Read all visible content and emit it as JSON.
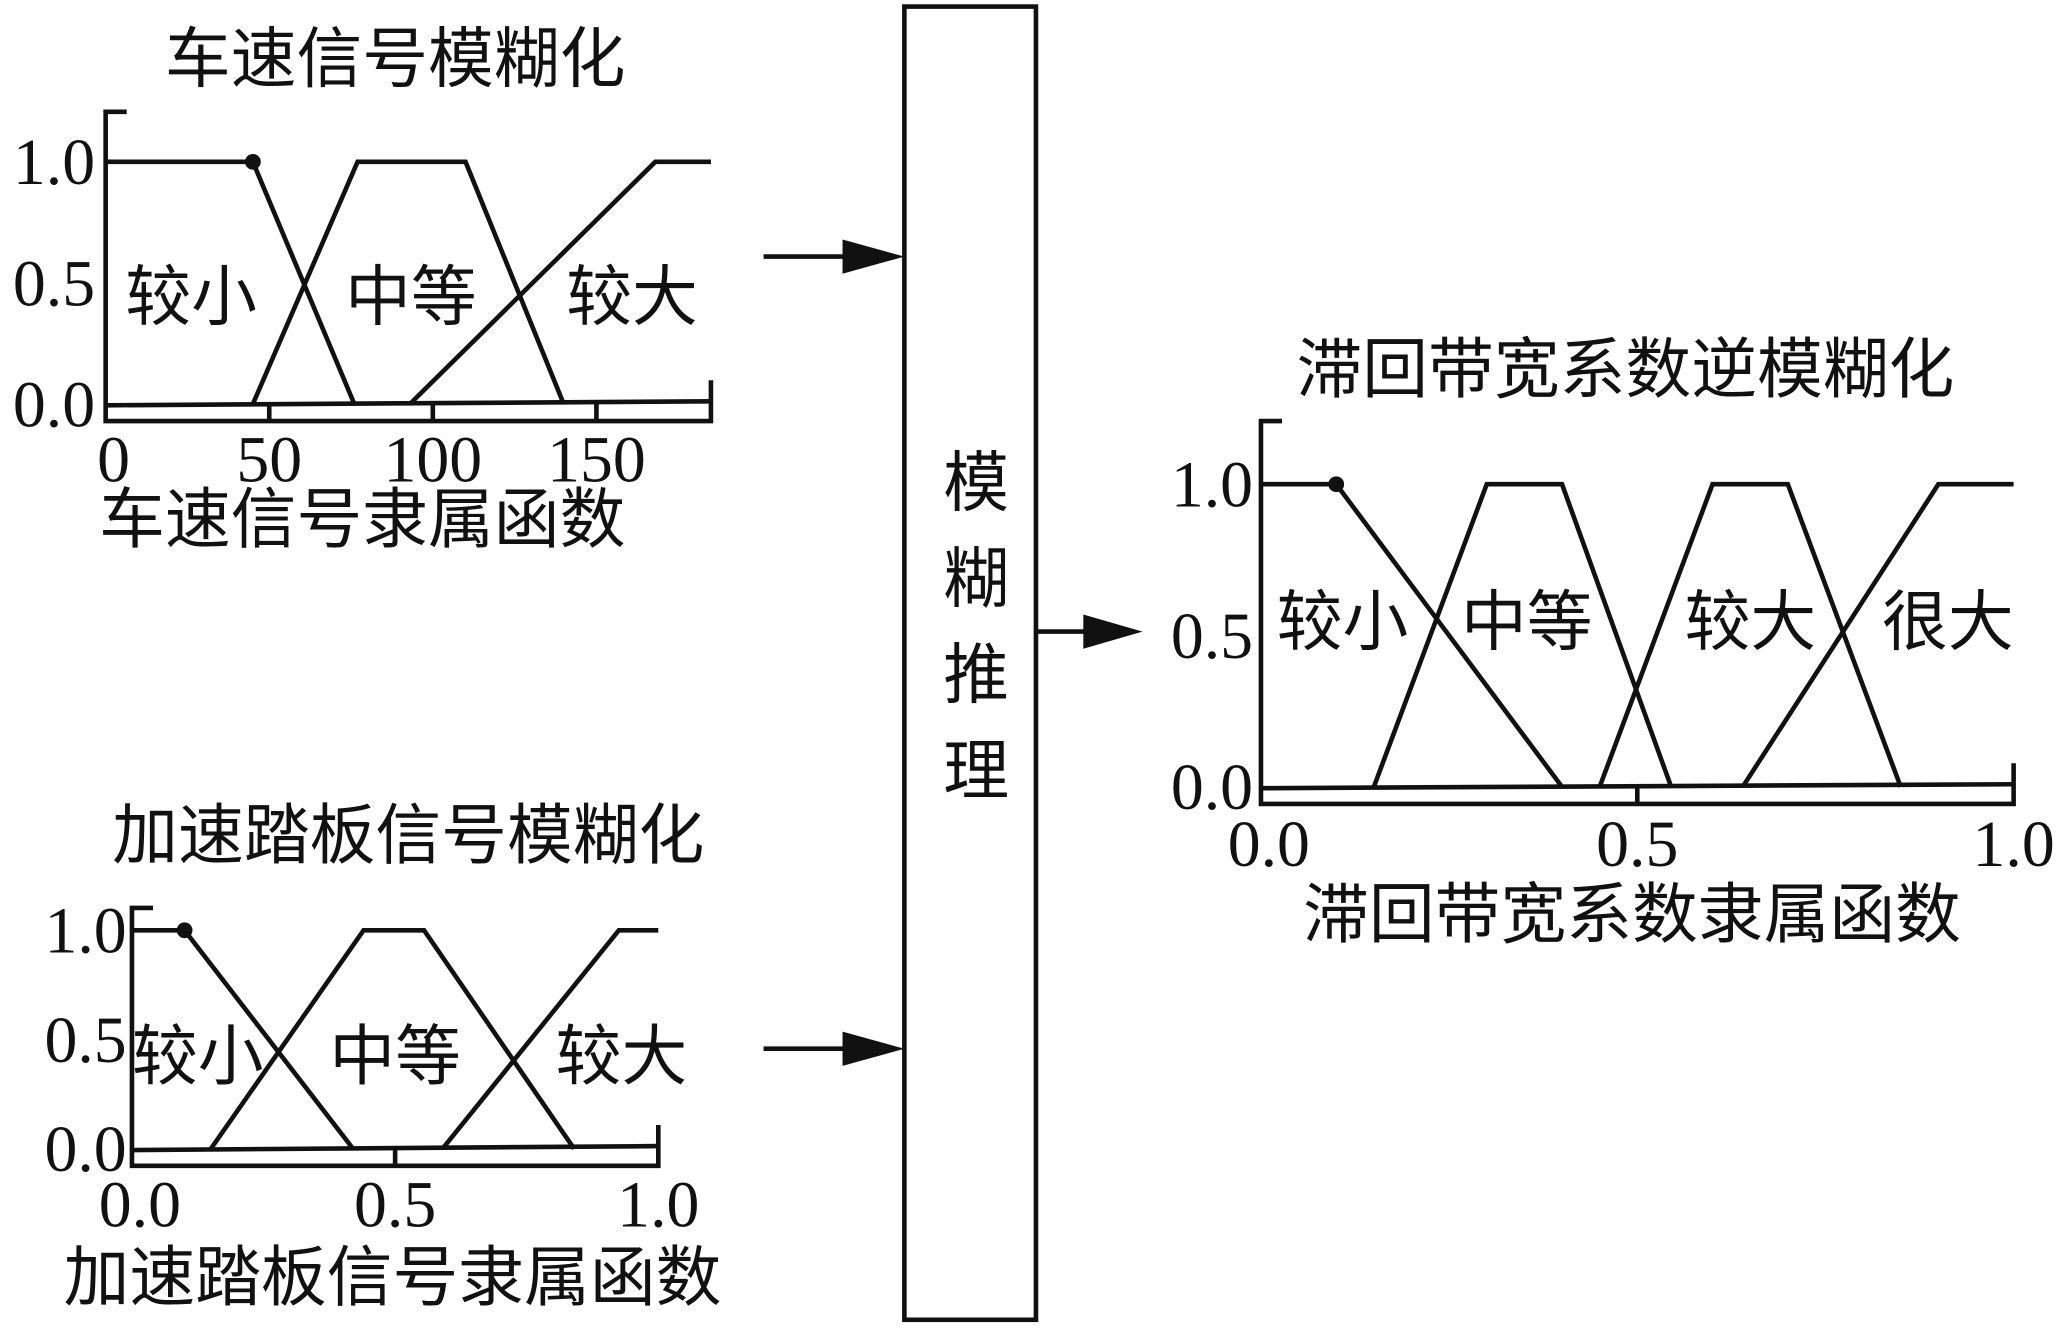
{
  "colors": {
    "ink": "#111111",
    "background": "#ffffff"
  },
  "inference_box": {
    "label": "模糊推理",
    "chars": [
      "模",
      "糊",
      "推",
      "理"
    ]
  },
  "charts": [
    {
      "id": "speed",
      "title": "车速信号模糊化",
      "xlabel": "车速信号隶属函数",
      "ytick_labels": [
        "1.0",
        "0.5",
        "0.0"
      ],
      "xticks": [
        0,
        50,
        100,
        150
      ],
      "xtick_labels": [
        "0",
        "50",
        "100",
        "150"
      ],
      "xlim": [
        0,
        185
      ],
      "sets": [
        {
          "label": "较小",
          "points": [
            [
              0,
              1
            ],
            [
              45,
              1
            ],
            [
              76,
              0
            ]
          ],
          "dot": [
            45,
            1
          ]
        },
        {
          "label": "中等",
          "points": [
            [
              45,
              0
            ],
            [
              77,
              1
            ],
            [
              110,
              1
            ],
            [
              140,
              0
            ]
          ]
        },
        {
          "label": "较大",
          "points": [
            [
              93,
              0
            ],
            [
              168,
              1
            ],
            [
              185,
              1
            ]
          ]
        }
      ]
    },
    {
      "id": "pedal",
      "title": "加速踏板信号模糊化",
      "xlabel": "加速踏板信号隶属函数",
      "ytick_labels": [
        "1.0",
        "0.5",
        "0.0"
      ],
      "xticks": [
        0,
        0.5,
        1.0
      ],
      "xtick_labels": [
        "0.0",
        "0.5",
        "1.0"
      ],
      "xlim": [
        0,
        1
      ],
      "sets": [
        {
          "label": "较小",
          "points": [
            [
              0,
              1
            ],
            [
              0.1,
              1
            ],
            [
              0.42,
              0
            ]
          ],
          "dot": [
            0.1,
            1
          ]
        },
        {
          "label": "中等",
          "points": [
            [
              0.15,
              0
            ],
            [
              0.44,
              1
            ],
            [
              0.555,
              1
            ],
            [
              0.84,
              0
            ]
          ]
        },
        {
          "label": "较大",
          "points": [
            [
              0.59,
              0
            ],
            [
              0.925,
              1
            ],
            [
              1.0,
              1
            ]
          ]
        }
      ]
    },
    {
      "id": "hysteresis",
      "title": "滞回带宽系数逆模糊化",
      "xlabel": "滞回带宽系数隶属函数",
      "ytick_labels": [
        "1.0",
        "0.5",
        "0.0"
      ],
      "xticks": [
        0,
        0.5,
        1.0
      ],
      "xtick_labels": [
        "0.0",
        "0.5",
        "1.0"
      ],
      "xlim": [
        0,
        1
      ],
      "sets": [
        {
          "label": "较小",
          "points": [
            [
              0,
              1
            ],
            [
              0.1,
              1
            ],
            [
              0.4,
              0
            ]
          ],
          "dot": [
            0.1,
            1
          ]
        },
        {
          "label": "中等",
          "points": [
            [
              0.15,
              0
            ],
            [
              0.3,
              1
            ],
            [
              0.4,
              1
            ],
            [
              0.545,
              0
            ]
          ]
        },
        {
          "label": "较大",
          "points": [
            [
              0.45,
              0
            ],
            [
              0.6,
              1
            ],
            [
              0.7,
              1
            ],
            [
              0.85,
              0
            ]
          ]
        },
        {
          "label": "很大",
          "points": [
            [
              0.64,
              0
            ],
            [
              0.9,
              1
            ],
            [
              1.0,
              1
            ]
          ]
        }
      ]
    }
  ]
}
